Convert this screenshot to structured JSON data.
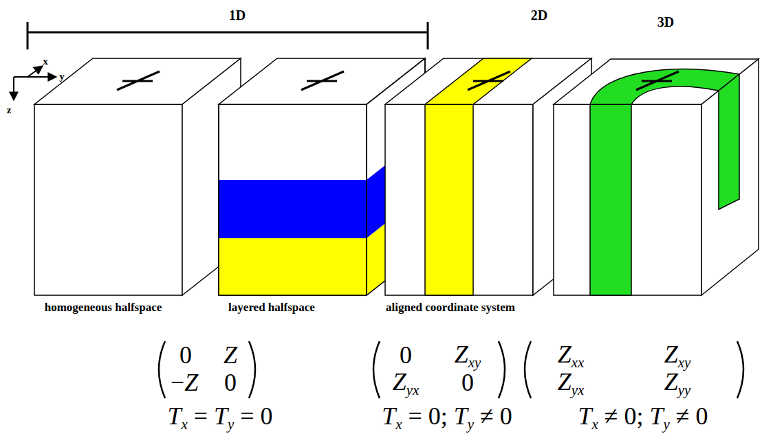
{
  "diagram": {
    "labels": [
      "1D",
      "2D",
      "3D",
      "x",
      "y",
      "z",
      "homogeneous halfspace",
      "layered halfspace",
      "aligned coordinate system",
      "0",
      "Z",
      "−Z",
      "0",
      "0",
      "Zxy",
      "Zyx",
      "0",
      "Zxx",
      "Zxy",
      "Zyx",
      "Zyy",
      "Tx = Ty = 0",
      "Tx = 0; Ty ≠ 0",
      "Tx ≠ 0; Ty ≠ 0"
    ]
  }
}
